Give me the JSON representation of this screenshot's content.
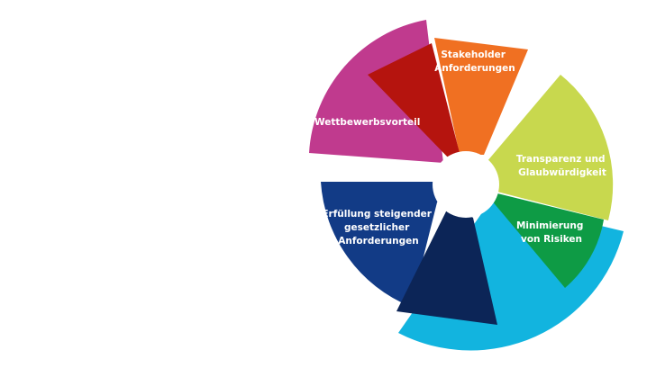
{
  "diagram": {
    "segments": [
      {
        "id": "wettbewerbsvorteil",
        "label_lines": [
          "Wettbewerbsvorteil"
        ],
        "color": "#c03a8e"
      },
      {
        "id": "stakeholder",
        "label_lines": [
          "Stakeholder",
          "Anforderungen"
        ],
        "color": "#f07022"
      },
      {
        "id": "transparenz",
        "label_lines": [
          "Transparenz und",
          "Glaubwürdigkeit"
        ],
        "color": "#c8d84e"
      },
      {
        "id": "minimierung",
        "label_lines": [
          "Minimierung",
          "von Risiken"
        ],
        "color": "#0e9b45"
      },
      {
        "id": "erfuellung",
        "label_lines": [
          "Erfüllung steigender",
          "gesetzlicher",
          "Anforderungen"
        ],
        "color": "#123b86"
      }
    ],
    "accent_colors": {
      "dark_red": "#b5140e",
      "light_blue": "#12b4df",
      "navy": "#0c2557"
    }
  }
}
